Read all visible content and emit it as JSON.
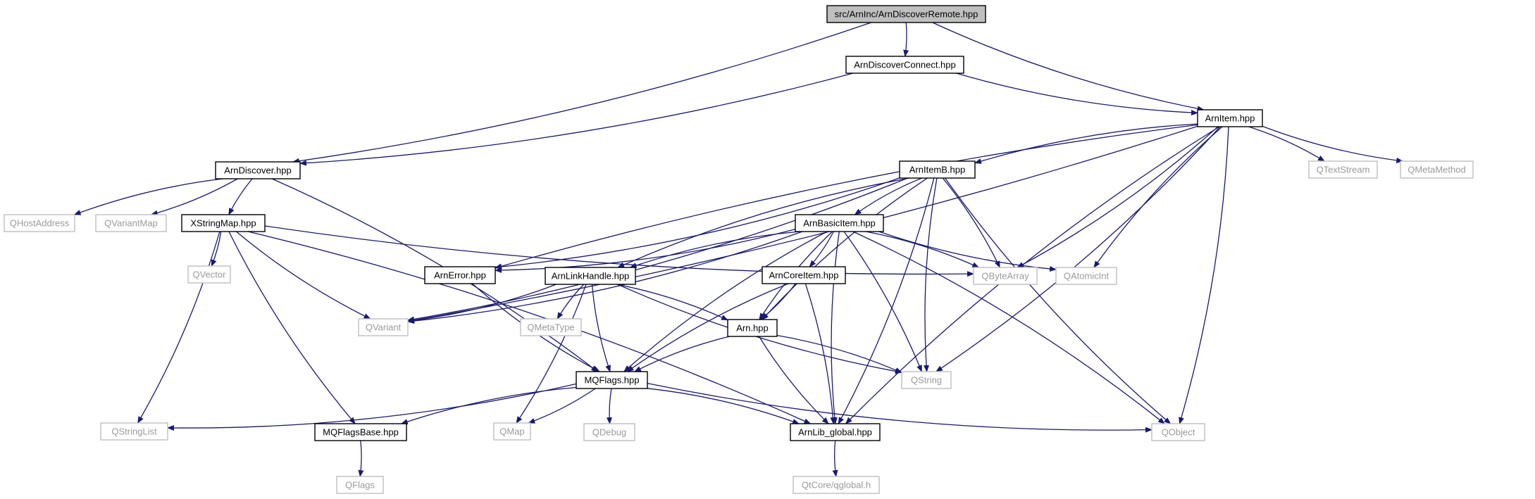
{
  "colors": {
    "edge": "#191970",
    "main_fill": "#bfbfbf",
    "local_border": "#000000",
    "external_border": "#bfbfbf",
    "external_text": "#9a9a9a"
  },
  "nodes": [
    {
      "id": "remote",
      "label": "src/ArnInc/ArnDiscoverRemote.hpp",
      "kind": "main"
    },
    {
      "id": "connect",
      "label": "ArnDiscoverConnect.hpp",
      "kind": "local"
    },
    {
      "id": "item",
      "label": "ArnItem.hpp",
      "kind": "local"
    },
    {
      "id": "discover",
      "label": "ArnDiscover.hpp",
      "kind": "local"
    },
    {
      "id": "itemb",
      "label": "ArnItemB.hpp",
      "kind": "local"
    },
    {
      "id": "textstream",
      "label": "QTextStream",
      "kind": "external"
    },
    {
      "id": "metamethod",
      "label": "QMetaMethod",
      "kind": "external"
    },
    {
      "id": "hostaddr",
      "label": "QHostAddress",
      "kind": "external"
    },
    {
      "id": "variantmap",
      "label": "QVariantMap",
      "kind": "external"
    },
    {
      "id": "xstringmap",
      "label": "XStringMap.hpp",
      "kind": "local"
    },
    {
      "id": "basicitem",
      "label": "ArnBasicItem.hpp",
      "kind": "local"
    },
    {
      "id": "vector",
      "label": "QVector",
      "kind": "external"
    },
    {
      "id": "error",
      "label": "ArnError.hpp",
      "kind": "local"
    },
    {
      "id": "linkhandle",
      "label": "ArnLinkHandle.hpp",
      "kind": "local"
    },
    {
      "id": "coreitem",
      "label": "ArnCoreItem.hpp",
      "kind": "local"
    },
    {
      "id": "bytearray",
      "label": "QByteArray",
      "kind": "external"
    },
    {
      "id": "atomicint",
      "label": "QAtomicInt",
      "kind": "external"
    },
    {
      "id": "variant",
      "label": "QVariant",
      "kind": "external"
    },
    {
      "id": "metatype",
      "label": "QMetaType",
      "kind": "external"
    },
    {
      "id": "arn",
      "label": "Arn.hpp",
      "kind": "local"
    },
    {
      "id": "mqflags",
      "label": "MQFlags.hpp",
      "kind": "local"
    },
    {
      "id": "qstring",
      "label": "QString",
      "kind": "external"
    },
    {
      "id": "stringlist",
      "label": "QStringList",
      "kind": "external"
    },
    {
      "id": "mqflagsbase",
      "label": "MQFlagsBase.hpp",
      "kind": "local"
    },
    {
      "id": "qmap",
      "label": "QMap",
      "kind": "external"
    },
    {
      "id": "qdebug",
      "label": "QDebug",
      "kind": "external"
    },
    {
      "id": "libglobal",
      "label": "ArnLib_global.hpp",
      "kind": "local"
    },
    {
      "id": "qobject",
      "label": "QObject",
      "kind": "external"
    },
    {
      "id": "qflags",
      "label": "QFlags",
      "kind": "external"
    },
    {
      "id": "qglobal",
      "label": "QtCore/qglobal.h",
      "kind": "external"
    }
  ],
  "edges": [
    [
      "remote",
      "connect"
    ],
    [
      "remote",
      "item"
    ],
    [
      "remote",
      "discover"
    ],
    [
      "connect",
      "item"
    ],
    [
      "connect",
      "discover"
    ],
    [
      "item",
      "itemb"
    ],
    [
      "item",
      "textstream"
    ],
    [
      "item",
      "metamethod"
    ],
    [
      "item",
      "variant"
    ],
    [
      "item",
      "error"
    ],
    [
      "item",
      "bytearray"
    ],
    [
      "item",
      "atomicint"
    ],
    [
      "item",
      "qstring"
    ],
    [
      "item",
      "libglobal"
    ],
    [
      "item",
      "qobject"
    ],
    [
      "discover",
      "hostaddr"
    ],
    [
      "discover",
      "variantmap"
    ],
    [
      "discover",
      "xstringmap"
    ],
    [
      "discover",
      "mqflags"
    ],
    [
      "itemb",
      "basicitem"
    ],
    [
      "itemb",
      "error"
    ],
    [
      "itemb",
      "linkhandle"
    ],
    [
      "itemb",
      "variant"
    ],
    [
      "itemb",
      "arn"
    ],
    [
      "itemb",
      "bytearray"
    ],
    [
      "itemb",
      "qstring"
    ],
    [
      "itemb",
      "libglobal"
    ],
    [
      "itemb",
      "qobject"
    ],
    [
      "xstringmap",
      "vector"
    ],
    [
      "xstringmap",
      "variant"
    ],
    [
      "xstringmap",
      "stringlist"
    ],
    [
      "xstringmap",
      "mqflagsbase"
    ],
    [
      "xstringmap",
      "libglobal"
    ],
    [
      "xstringmap",
      "bytearray"
    ],
    [
      "basicitem",
      "error"
    ],
    [
      "basicitem",
      "linkhandle"
    ],
    [
      "basicitem",
      "coreitem"
    ],
    [
      "basicitem",
      "arn"
    ],
    [
      "basicitem",
      "bytearray"
    ],
    [
      "basicitem",
      "atomicint"
    ],
    [
      "basicitem",
      "qstring"
    ],
    [
      "basicitem",
      "libglobal"
    ],
    [
      "basicitem",
      "qobject"
    ],
    [
      "basicitem",
      "mqflags"
    ],
    [
      "basicitem",
      "variant"
    ],
    [
      "error",
      "mqflags"
    ],
    [
      "linkhandle",
      "variant"
    ],
    [
      "linkhandle",
      "metatype"
    ],
    [
      "linkhandle",
      "qmap"
    ],
    [
      "linkhandle",
      "mqflags"
    ],
    [
      "linkhandle",
      "arn"
    ],
    [
      "linkhandle",
      "qstring"
    ],
    [
      "coreitem",
      "arn"
    ],
    [
      "coreitem",
      "mqflags"
    ],
    [
      "coreitem",
      "libglobal"
    ],
    [
      "arn",
      "mqflags"
    ],
    [
      "arn",
      "qstring"
    ],
    [
      "arn",
      "libglobal"
    ],
    [
      "mqflags",
      "stringlist"
    ],
    [
      "mqflags",
      "mqflagsbase"
    ],
    [
      "mqflags",
      "qmap"
    ],
    [
      "mqflags",
      "qdebug"
    ],
    [
      "mqflags",
      "libglobal"
    ],
    [
      "mqflags",
      "qobject"
    ],
    [
      "mqflagsbase",
      "qflags"
    ],
    [
      "libglobal",
      "qglobal"
    ]
  ]
}
